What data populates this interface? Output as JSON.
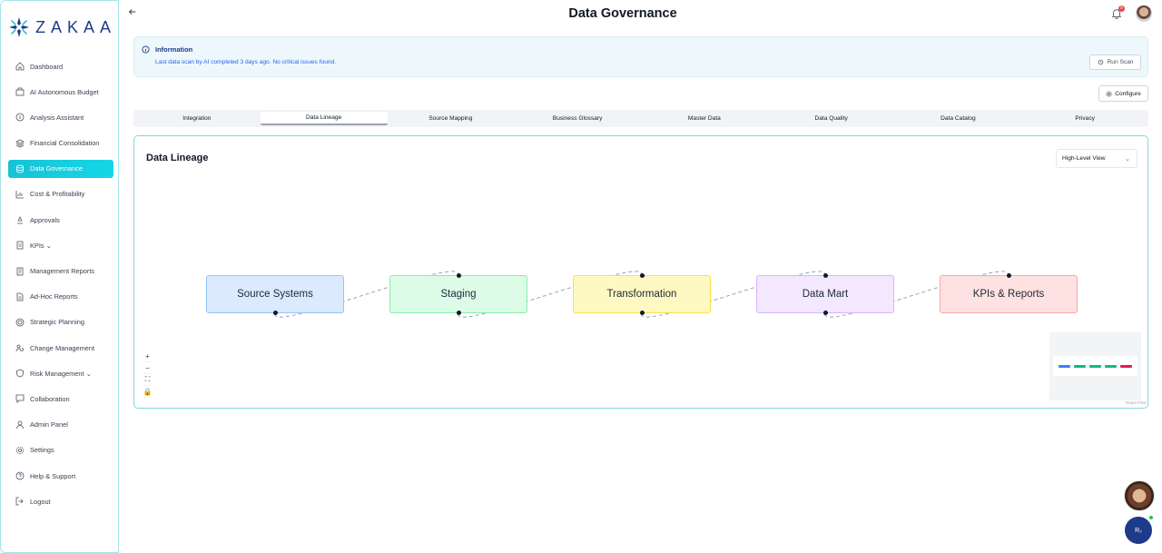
{
  "app": {
    "brand": "ZAKAA",
    "page_title": "Data Governance",
    "notification_count": "9"
  },
  "sidebar": {
    "items": [
      {
        "label": "Dashboard",
        "icon": "home-icon",
        "active": false
      },
      {
        "label": "AI Autonomous Budget",
        "icon": "budget-icon",
        "active": false
      },
      {
        "label": "Analysis Assistant",
        "icon": "chat-bubble-icon",
        "active": false
      },
      {
        "label": "Financial Consolidation",
        "icon": "layers-icon",
        "active": false
      },
      {
        "label": "Data Governance",
        "icon": "database-icon",
        "active": true
      },
      {
        "label": "Cost & Profitability",
        "icon": "chart-icon",
        "active": false
      },
      {
        "label": "Approvals",
        "icon": "approval-icon",
        "active": false
      },
      {
        "label": "KPIs ⌄",
        "icon": "document-icon",
        "active": false
      },
      {
        "label": "Management Reports",
        "icon": "report-icon",
        "active": false
      },
      {
        "label": "Ad-Hoc Reports",
        "icon": "file-icon",
        "active": false
      },
      {
        "label": "Strategic Planning",
        "icon": "target-icon",
        "active": false
      },
      {
        "label": "Change Management",
        "icon": "users-icon",
        "active": false
      },
      {
        "label": "Risk Management ⌄",
        "icon": "shield-icon",
        "active": false
      },
      {
        "label": "Collaboration",
        "icon": "message-icon",
        "active": false
      },
      {
        "label": "Admin Panel",
        "icon": "user-icon",
        "active": false
      },
      {
        "label": "Settings",
        "icon": "gear-icon",
        "active": false
      },
      {
        "label": "Help & Support",
        "icon": "help-icon",
        "active": false
      },
      {
        "label": "Logout",
        "icon": "logout-icon",
        "active": false
      }
    ]
  },
  "info": {
    "title": "Information",
    "text": "Last data scan by AI completed 3 days ago. No critical issues found.",
    "run_scan_label": "Run Scan"
  },
  "configure_label": "Configure",
  "tabs": [
    {
      "label": "Integration",
      "active": false
    },
    {
      "label": "Data Lineage",
      "active": true
    },
    {
      "label": "Source Mapping",
      "active": false
    },
    {
      "label": "Business Glossary",
      "active": false
    },
    {
      "label": "Master Data",
      "active": false
    },
    {
      "label": "Data Quality",
      "active": false
    },
    {
      "label": "Data Catalog",
      "active": false
    },
    {
      "label": "Privacy",
      "active": false
    }
  ],
  "lineage": {
    "title": "Data Lineage",
    "view_select": "High-Level View",
    "nodes": [
      {
        "label": "Source Systems",
        "fill": "#dbeafe",
        "border": "#93c5fd",
        "minimap_color": "#3b82f6"
      },
      {
        "label": "Staging",
        "fill": "#dcfce7",
        "border": "#86efac",
        "minimap_color": "#10b981"
      },
      {
        "label": "Transformation",
        "fill": "#fef9c3",
        "border": "#fde047",
        "minimap_color": "#10b981"
      },
      {
        "label": "Data Mart",
        "fill": "#f3e8ff",
        "border": "#d8b4fe",
        "minimap_color": "#10b981"
      },
      {
        "label": "KPIs & Reports",
        "fill": "#fee2e2",
        "border": "#fca5a5",
        "minimap_color": "#e11d48"
      }
    ],
    "edge_color": "#94a3b8",
    "controls": [
      "+",
      "−",
      "⛶",
      "🔒"
    ],
    "attribution": "React Flow"
  },
  "chat": {
    "button_label": "R₂"
  }
}
